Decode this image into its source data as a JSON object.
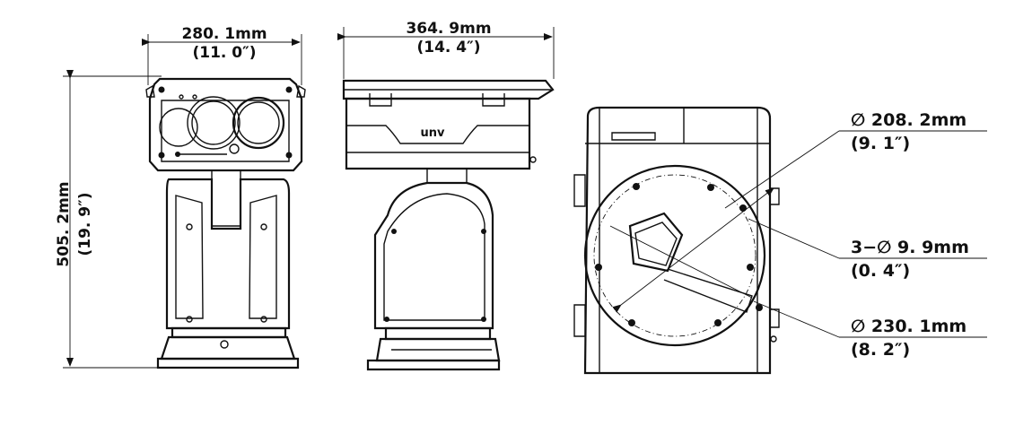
{
  "front_view": {
    "width_mm": "280. 1mm",
    "width_in": "(11. 0″)",
    "height_mm": "505. 2mm",
    "height_in": "(19. 9″)"
  },
  "side_view": {
    "depth_mm": "364. 9mm",
    "depth_in": "(14. 4″)",
    "logo": "unv"
  },
  "mount_view": {
    "diameter_inner": "∅ 208. 2mm",
    "diameter_inner_in": "(9. 1″)",
    "holes": "3−∅ 9. 9mm",
    "holes_in": "(0. 4″)",
    "diameter_outer": "∅ 230. 1mm",
    "diameter_outer_in": "(8. 2″)"
  }
}
